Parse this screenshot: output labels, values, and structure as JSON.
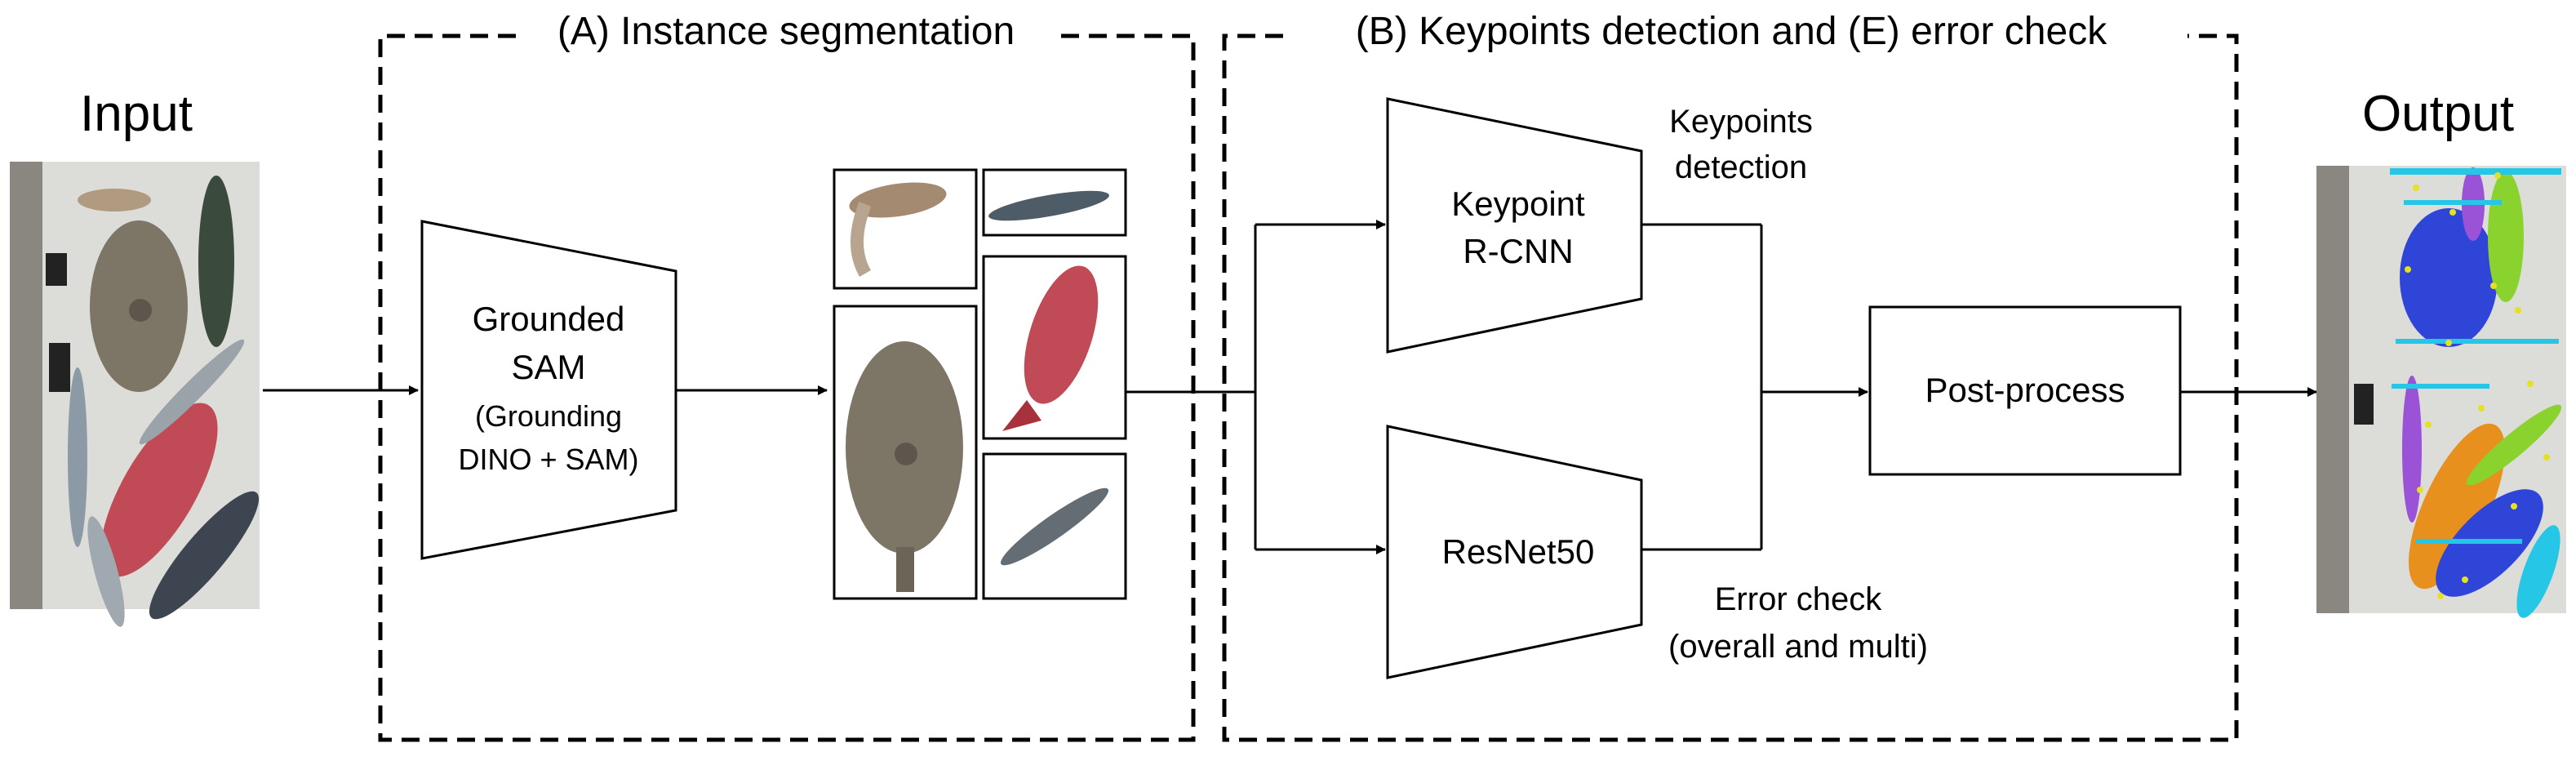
{
  "input_label": "Input",
  "output_label": "Output",
  "section_a": {
    "title": "(A) Instance segmentation"
  },
  "section_b": {
    "title": "(B) Keypoints detection and (E) error check"
  },
  "grounded_sam": {
    "line1": "Grounded",
    "line2": "SAM",
    "line3": "(Grounding",
    "line4": "DINO + SAM)"
  },
  "keypoint_rcnn": {
    "line1": "Keypoint",
    "line2": "R-CNN"
  },
  "keypoints_detection": {
    "line1": "Keypoints",
    "line2": "detection"
  },
  "resnet": {
    "label": "ResNet50"
  },
  "error_check": {
    "line1": "Error check",
    "line2": "(overall and multi)"
  },
  "post_process": {
    "label": "Post-process"
  },
  "colors": {
    "line": "#000000",
    "fish_silver": "#8c9aa6",
    "fish_red": "#c04a55",
    "fish_dark": "#3d4650",
    "tray": "#dcdcd8",
    "mask_blue": "#2f45d8",
    "mask_orange": "#e8901e",
    "mask_green": "#8ad22e",
    "mask_cyan": "#25c6e6",
    "mask_purple": "#9a52d6",
    "keypoint": "#e6e020"
  },
  "icons": [
    "fish-photo-input",
    "segmented-fish-crops",
    "annotated-output-photo",
    "arrow-right"
  ]
}
